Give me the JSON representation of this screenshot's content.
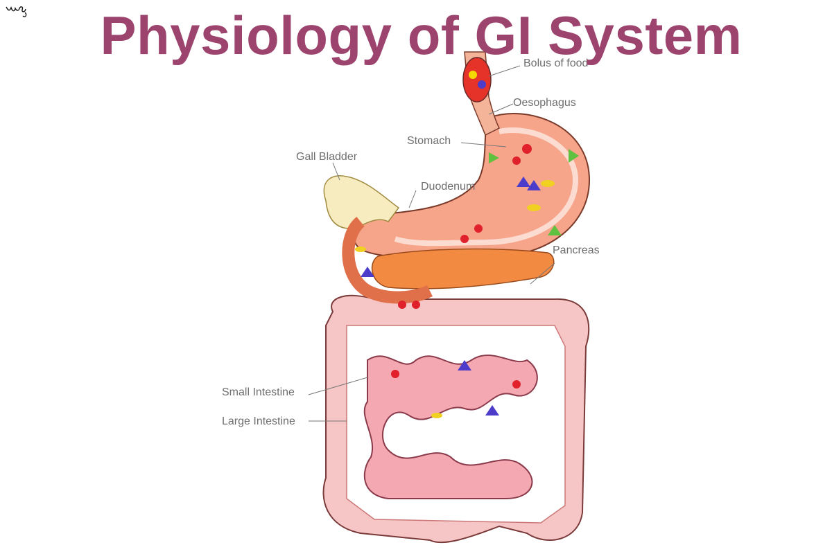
{
  "slide": {
    "title": "Physiology of GI System",
    "title_color": "#9c446e",
    "annotation": "scribble"
  },
  "diagram": {
    "labels": {
      "bolus": "Bolus of food",
      "oesophagus": "Oesophagus",
      "stomach": "Stomach",
      "gall_bladder": "Gall Bladder",
      "duodenum": "Duodenum",
      "pancreas": "Pancreas",
      "small_intestine": "Small Intestine",
      "large_intestine": "Large Intestine"
    },
    "colors": {
      "tract_fill": "#f4b8b8",
      "stomach_fill": "#f06a3a",
      "gall_bladder": "#f5e6b0",
      "pancreas": "#f08a3a",
      "label_text": "#6e6e6e"
    }
  }
}
